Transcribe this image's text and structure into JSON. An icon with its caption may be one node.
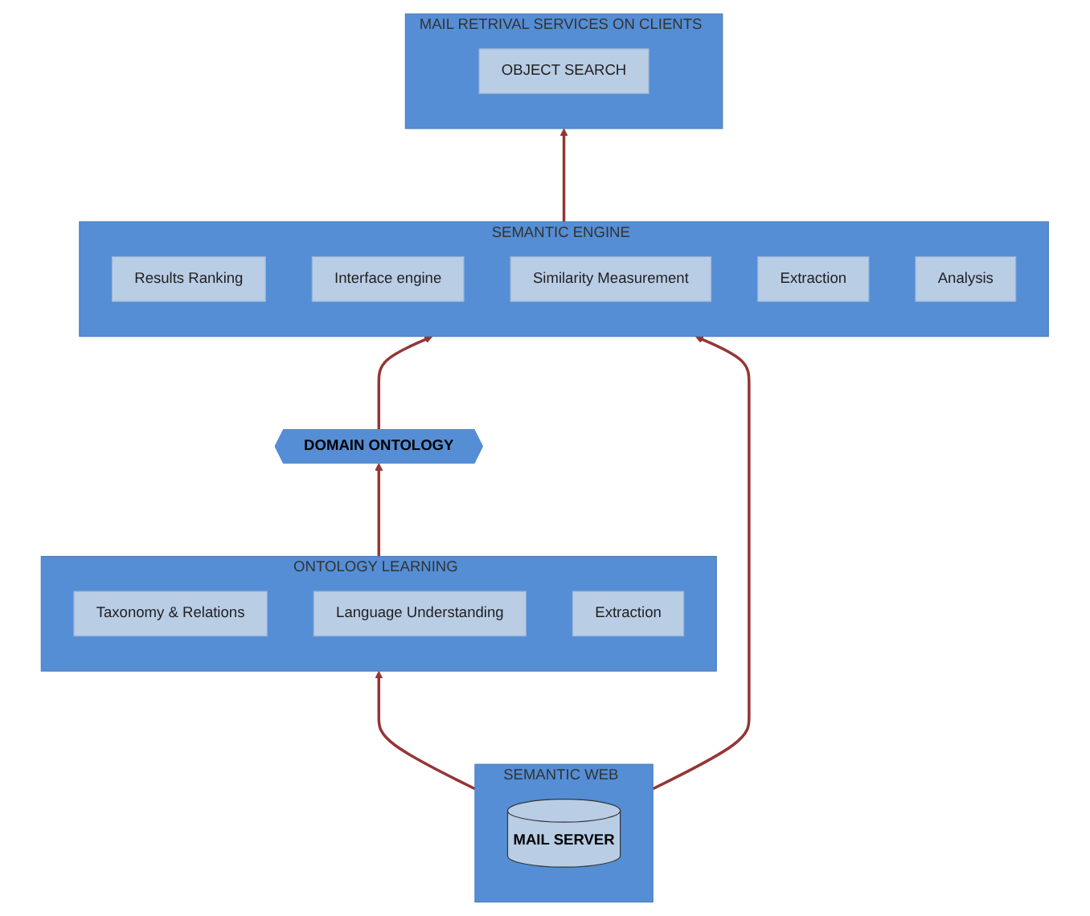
{
  "diagram": {
    "nodes": [
      {
        "text": [
          "MAIL RETRIVAL SERVICES ON CLIENTS"
        ]
      },
      {
        "text": [
          "OBJECT SEARCH"
        ],
        "in": 0
      },
      {
        "text": [
          "DOMAIN ONTOLOGY"
        ]
      },
      {
        "text": [
          "SEMANTIC ENGINE"
        ]
      },
      {
        "text": [
          "Results Ranking"
        ],
        "in": 3
      },
      {
        "text": [
          "Interface engine"
        ],
        "in": 3
      },
      {
        "text": [
          "Similarity Measurement"
        ],
        "in": 3
      },
      {
        "text": [
          "Extraction"
        ],
        "in": 3
      },
      {
        "text": [
          "Analysis"
        ],
        "in": 3
      },
      {
        "text": [
          "ONTOLOGY LEARNING"
        ]
      },
      {
        "text": [
          "Taxonomy & Relations"
        ],
        "in": 9
      },
      {
        "text": [
          "Language Understanding"
        ],
        "in": 9
      },
      {
        "text": [
          "Extraction"
        ],
        "in": 9
      },
      {
        "text": [
          "SEMANTIC WEB"
        ]
      },
      {
        "text": [
          "MAIL SERVER"
        ],
        "in": 13
      }
    ],
    "edges": [
      {
        "from": 9,
        "to": 2,
        "arrow": "to"
      },
      {
        "from": 2,
        "to": 3,
        "arrow": "to"
      },
      {
        "from": 3,
        "to": 0,
        "arrow": "to"
      },
      {
        "from": 13,
        "to": 9,
        "arrow": "to"
      },
      {
        "from": 13,
        "to": 3,
        "arrow": "to"
      }
    ]
  }
}
